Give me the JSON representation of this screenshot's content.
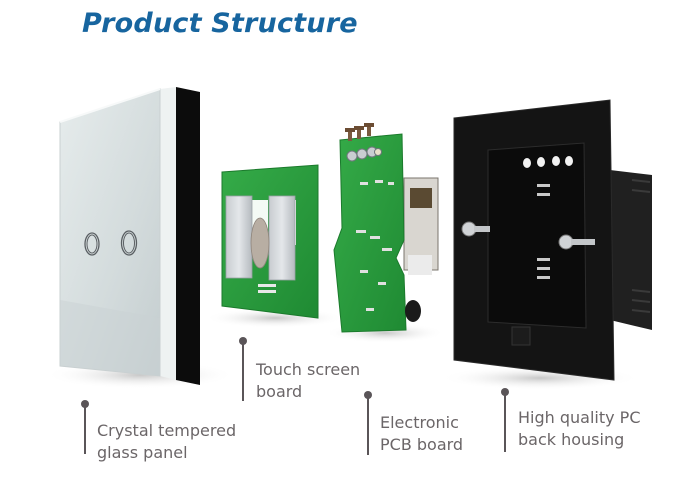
{
  "title": "Product Structure",
  "colors": {
    "title": "#17659f",
    "label_text": "#6b6668",
    "pin": "#5a5558",
    "glass_panel": "#d9e0e0",
    "pcb_green": "#2a9a3c",
    "housing_black": "#141414"
  },
  "components": [
    {
      "id": "glass-panel",
      "label_lines": [
        "Crystal tempered",
        "glass panel"
      ],
      "touch_buttons": 2
    },
    {
      "id": "touch-screen-board",
      "label_lines": [
        "Touch screen",
        "board"
      ]
    },
    {
      "id": "electronic-pcb-board",
      "label_lines": [
        "Electronic",
        "PCB board"
      ]
    },
    {
      "id": "back-housing",
      "label_lines": [
        "High quality PC",
        "back housing"
      ]
    }
  ]
}
